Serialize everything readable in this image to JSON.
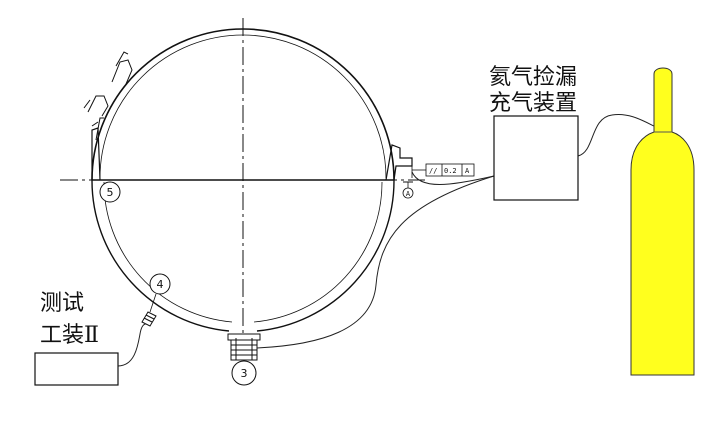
{
  "labels": {
    "helium_device_line1": "氦气捡漏",
    "helium_device_line2": "充气装置",
    "test_fixture_line1": "测试",
    "test_fixture_line2": "工装Ⅱ"
  },
  "callouts": {
    "c3": "3",
    "c4": "4",
    "c5": "5"
  },
  "tolerance": {
    "symbol": "//",
    "value": "0.2",
    "datum": "A"
  },
  "datum_marker": "A",
  "colors": {
    "cylinder": "#ffff1e",
    "line": "#111111"
  }
}
